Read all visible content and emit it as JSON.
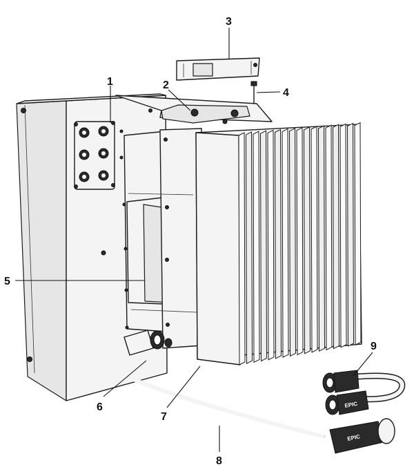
{
  "labels": {
    "l1": "1",
    "l2": "2",
    "l3": "3",
    "l4": "4",
    "l5": "5",
    "l6": "6",
    "l7": "7",
    "l8": "8",
    "l9": "9"
  },
  "connector_brand": "EPIC",
  "connector_brand_2": "EPIC"
}
